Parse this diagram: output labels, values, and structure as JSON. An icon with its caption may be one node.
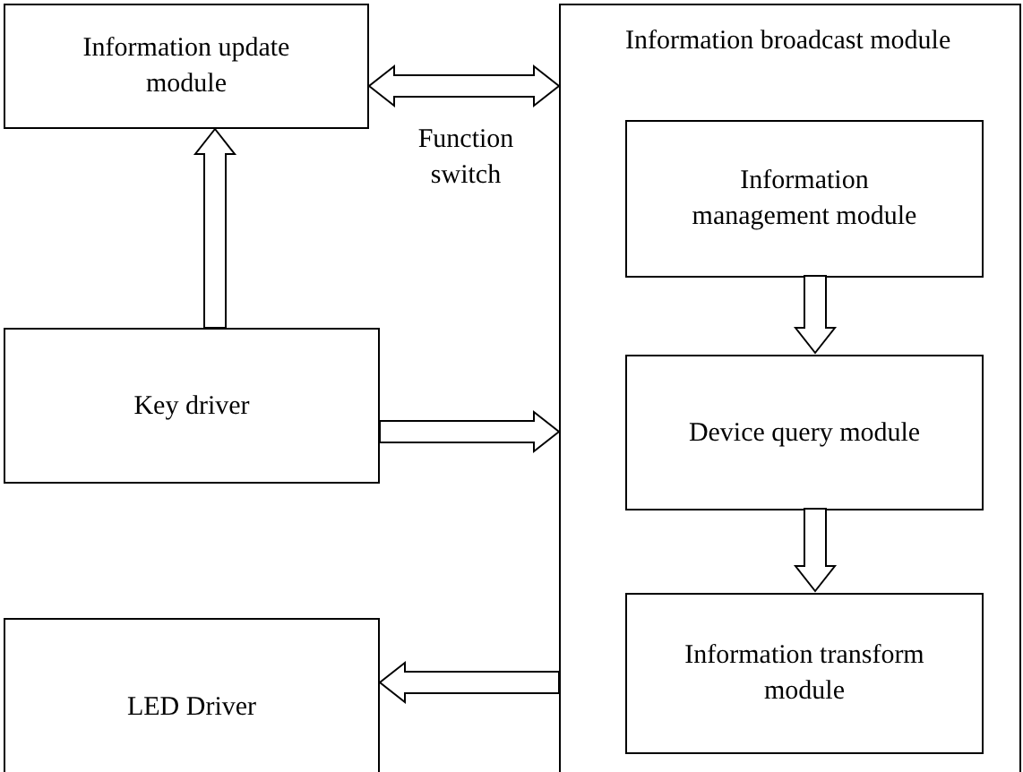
{
  "diagram": {
    "nodes": [
      {
        "text": [
          "Information update module"
        ]
      },
      {
        "text": [
          "Key driver"
        ]
      },
      {
        "text": [
          "LED Driver"
        ]
      },
      {
        "text": [
          "Information broadcast module"
        ]
      },
      {
        "text": [
          "Information management module"
        ],
        "in": 3
      },
      {
        "text": [
          "Device query module"
        ],
        "in": 3
      },
      {
        "text": [
          "Information transform module"
        ],
        "in": 3
      }
    ],
    "edges": [
      {
        "from": 1,
        "to": 0,
        "arrow": "to"
      },
      {
        "from": 0,
        "to": 3,
        "arrow": "both",
        "label": "Function switch"
      },
      {
        "from": 1,
        "to": 3,
        "arrow": "to"
      },
      {
        "from": 3,
        "to": 2,
        "arrow": "to"
      },
      {
        "from": 4,
        "to": 5,
        "arrow": "to"
      },
      {
        "from": 5,
        "to": 6,
        "arrow": "to"
      }
    ]
  }
}
